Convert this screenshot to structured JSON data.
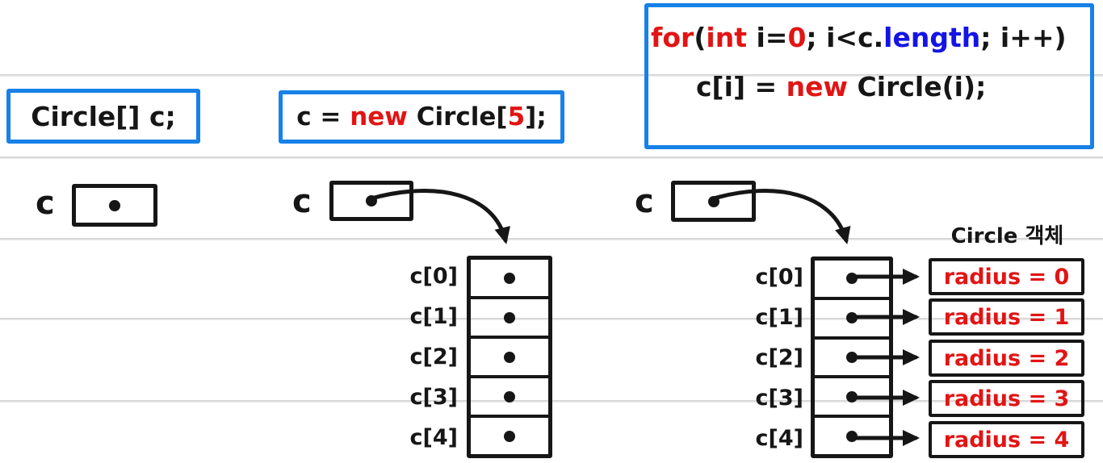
{
  "colors": {
    "blue_border": "#1781e8",
    "red": "#e21414",
    "blue": "#1414e6",
    "ink": "#161616",
    "rule_line": "#d9d9d9",
    "paper": "#ffffff"
  },
  "code": {
    "declaration": {
      "text": "Circle[] c;"
    },
    "allocation": {
      "lhs": "c = ",
      "keyword_new": "new",
      "mid": " Circle[",
      "array_size": "5",
      "end": "];"
    },
    "for_loop": {
      "keyword_for": "for",
      "open_paren": "(",
      "keyword_int": "int",
      "init_lhs": " i=",
      "init_value": "0",
      "condition": "; i<c.",
      "length_property": "length",
      "after_length": "; i++)"
    },
    "loop_body": {
      "lhs": "c[i] = ",
      "keyword_new": "new",
      "rhs": " Circle(i);"
    }
  },
  "step1": {
    "var_label": "c"
  },
  "step2": {
    "var_label": "c",
    "index_labels": [
      "c[0]",
      "c[1]",
      "c[2]",
      "c[3]",
      "c[4]"
    ]
  },
  "step3": {
    "var_label": "c",
    "index_labels": [
      "c[0]",
      "c[1]",
      "c[2]",
      "c[3]",
      "c[4]"
    ],
    "objects_header": "Circle 객체",
    "objects": [
      "radius = 0",
      "radius = 1",
      "radius = 2",
      "radius = 3",
      "radius = 4"
    ]
  }
}
